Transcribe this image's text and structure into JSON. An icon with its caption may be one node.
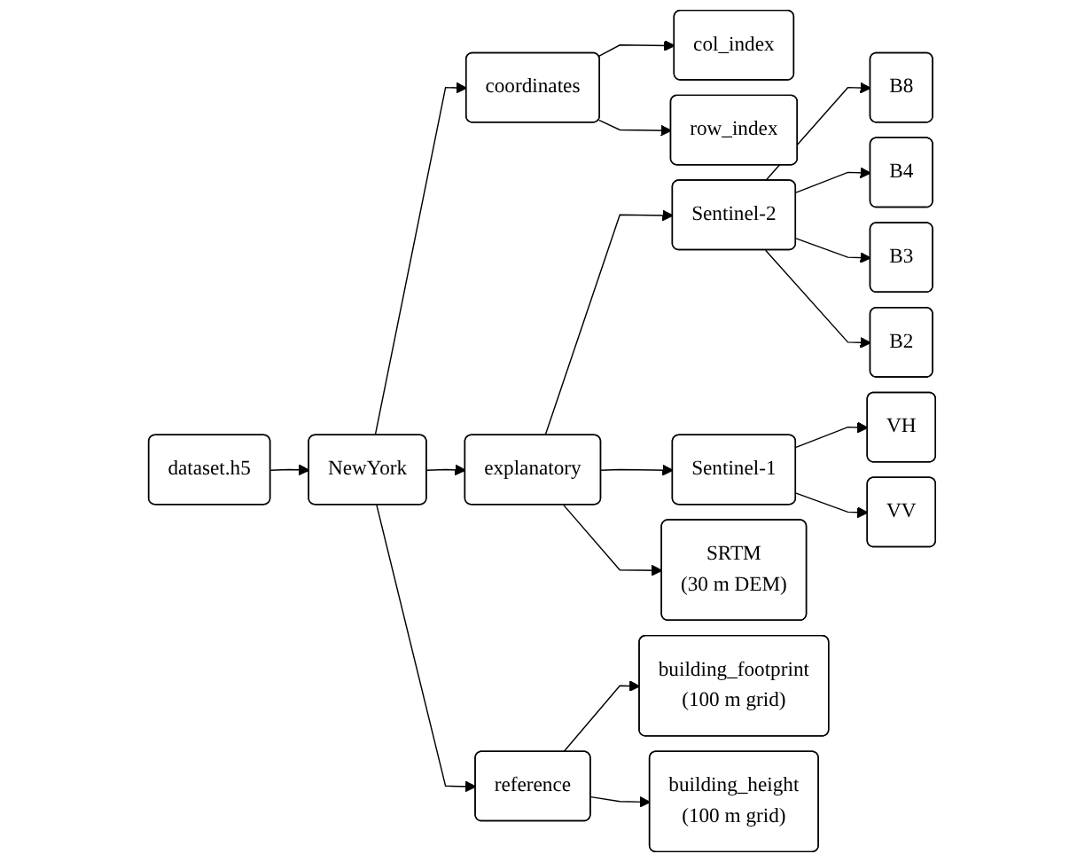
{
  "diagram": {
    "nodes": [
      {
        "text": [
          "dataset.h5"
        ]
      },
      {
        "text": [
          "NewYork"
        ]
      },
      {
        "text": [
          "coordinates"
        ]
      },
      {
        "text": [
          "col_index"
        ]
      },
      {
        "text": [
          "row_index"
        ]
      },
      {
        "text": [
          "explanatory"
        ]
      },
      {
        "text": [
          "Sentinel-2"
        ]
      },
      {
        "text": [
          "B8"
        ]
      },
      {
        "text": [
          "B4"
        ]
      },
      {
        "text": [
          "B3"
        ]
      },
      {
        "text": [
          "B2"
        ]
      },
      {
        "text": [
          "Sentinel-1"
        ]
      },
      {
        "text": [
          "VH"
        ]
      },
      {
        "text": [
          "VV"
        ]
      },
      {
        "text": [
          "SRTM",
          "(30 m DEM)"
        ]
      },
      {
        "text": [
          "reference"
        ]
      },
      {
        "text": [
          "building_footprint",
          "(100 m grid)"
        ]
      },
      {
        "text": [
          "building_height",
          "(100 m grid)"
        ]
      }
    ],
    "edges": [
      {
        "from": 0,
        "to": 1,
        "arrow": "to"
      },
      {
        "from": 1,
        "to": 2,
        "arrow": "to"
      },
      {
        "from": 2,
        "to": 3,
        "arrow": "to"
      },
      {
        "from": 2,
        "to": 4,
        "arrow": "to"
      },
      {
        "from": 1,
        "to": 5,
        "arrow": "to"
      },
      {
        "from": 5,
        "to": 6,
        "arrow": "to"
      },
      {
        "from": 6,
        "to": 7,
        "arrow": "to"
      },
      {
        "from": 6,
        "to": 8,
        "arrow": "to"
      },
      {
        "from": 6,
        "to": 9,
        "arrow": "to"
      },
      {
        "from": 6,
        "to": 10,
        "arrow": "to"
      },
      {
        "from": 5,
        "to": 11,
        "arrow": "to"
      },
      {
        "from": 11,
        "to": 12,
        "arrow": "to"
      },
      {
        "from": 11,
        "to": 13,
        "arrow": "to"
      },
      {
        "from": 5,
        "to": 14,
        "arrow": "to"
      },
      {
        "from": 1,
        "to": 15,
        "arrow": "to"
      },
      {
        "from": 15,
        "to": 16,
        "arrow": "to"
      },
      {
        "from": 15,
        "to": 17,
        "arrow": "to"
      }
    ]
  }
}
